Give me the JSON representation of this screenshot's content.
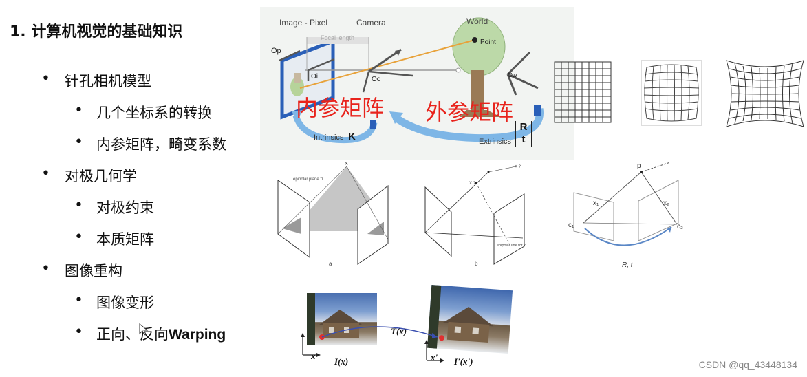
{
  "outline": {
    "heading": "1. 计算机视觉的基础知识",
    "items": [
      {
        "label": "针孔相机模型",
        "children": [
          "几个坐标系的转换",
          "内参矩阵，畸变系数"
        ]
      },
      {
        "label": "对极几何学",
        "children": [
          "对极约束",
          "本质矩阵"
        ]
      },
      {
        "label": "图像重构",
        "children": [
          "图像变形",
          "正向、反向Warping"
        ]
      }
    ]
  },
  "camera_diagram": {
    "image_pixel": "Image - Pixel",
    "camera": "Camera",
    "world": "World",
    "focal_length": "Focal length",
    "point": "Point",
    "o_p": "Op",
    "o_i": "Oi",
    "o_c": "Oc",
    "o_w": "Ow",
    "intrinsics": "Intrinsics",
    "k": "K",
    "extrinsics": "Extrinsics",
    "r": "R",
    "t": "t",
    "overlay_intrinsic": "内参矩阵",
    "overlay_extrinsic": "外参矩阵"
  },
  "epipolar": {
    "plane_label": "epipolar plane  π",
    "x_top": "X",
    "panel_a": "a",
    "panel_b": "b",
    "x_top2": "X ?",
    "x_mid": "X ?",
    "epipolar_line": "epipolar line\nfor x",
    "p": "p",
    "x1": "x₁",
    "x2": "x₂",
    "c1": "c₁",
    "c2": "c₂",
    "rt": "R, t"
  },
  "warp": {
    "x": "x",
    "xp": "x'",
    "ix": "I(x)",
    "ipxp": "I'(x')",
    "tx": "T(x)"
  },
  "watermark": "CSDN @qq_43448134",
  "colors": {
    "overlay_red": "#e8231c",
    "blue_frame": "#2a5fb8",
    "arc_blue": "#7eb6e6",
    "orange_ray": "#e8a23a"
  }
}
